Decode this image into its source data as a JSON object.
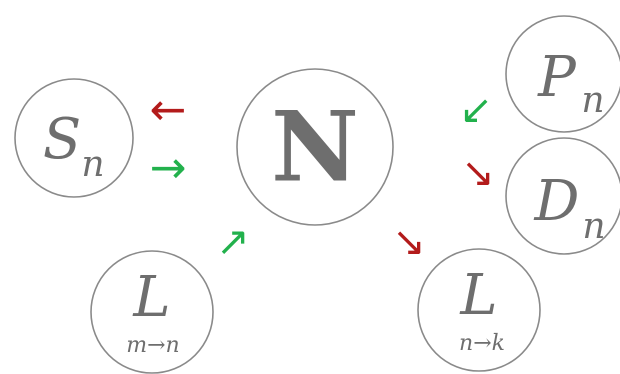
{
  "center": {
    "label": "N"
  },
  "nodes": {
    "s": {
      "main": "S",
      "sub": "n"
    },
    "p": {
      "main": "P",
      "sub": "n"
    },
    "d": {
      "main": "D",
      "sub": "n"
    },
    "l_in": {
      "main": "L",
      "sub": "m→n"
    },
    "l_out": {
      "main": "L",
      "sub": "n→k"
    }
  },
  "arrows": {
    "s_out": {
      "glyph": "←",
      "color": "#b31b1b"
    },
    "s_in": {
      "glyph": "→",
      "color": "#22b14c"
    },
    "p_in": {
      "glyph": "↙",
      "color": "#22b14c"
    },
    "d_out": {
      "glyph": "↘",
      "color": "#b31b1b"
    },
    "l_in": {
      "glyph": "↗",
      "color": "#22b14c"
    },
    "l_out": {
      "glyph": "↘",
      "color": "#b31b1b"
    }
  },
  "colors": {
    "outflow": "#b31b1b",
    "inflow": "#22b14c",
    "outline": "#8a8a8a",
    "text": "#6e6e6e"
  }
}
